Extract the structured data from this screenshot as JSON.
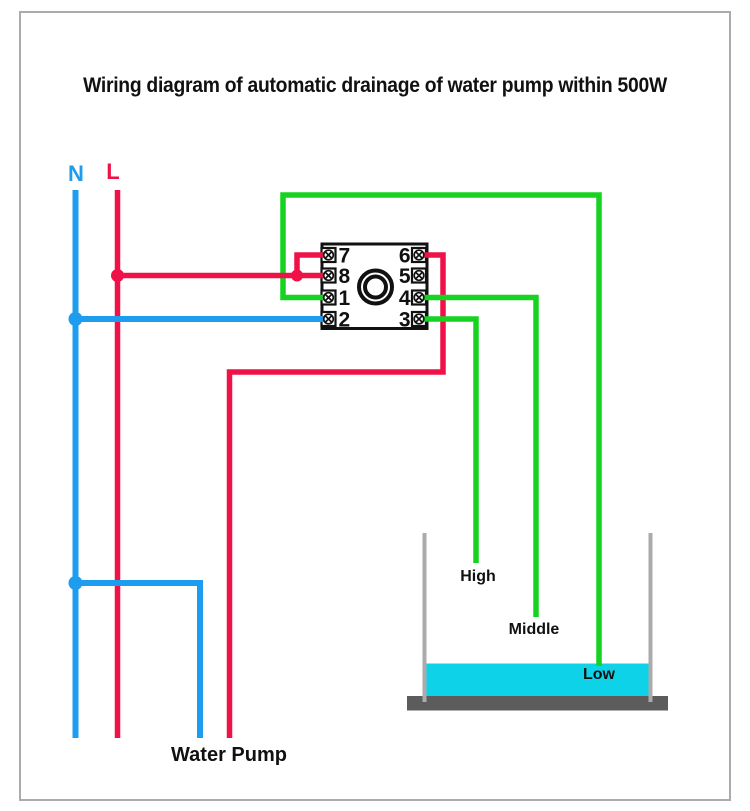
{
  "title": "Wiring diagram of automatic drainage of water pump within 500W",
  "power_supply": {
    "neutral_label": "N",
    "live_label": "L"
  },
  "controller": {
    "left_terminals": [
      "7",
      "8",
      "1",
      "2"
    ],
    "right_terminals": [
      "6",
      "5",
      "4",
      "3"
    ]
  },
  "water_level_probes": {
    "high_label": "High",
    "middle_label": "Middle",
    "low_label": "Low"
  },
  "load_label": "Water Pump",
  "colors": {
    "live_wire": "#EF1249",
    "neutral_wire": "#1E9DEF",
    "probe_wire": "#16D322",
    "water": "#0ED3E8",
    "tank_wall": "#ABABAB",
    "tank_base": "#5C5C5C",
    "frame_border": "#ABABAB",
    "text": "#111111"
  }
}
